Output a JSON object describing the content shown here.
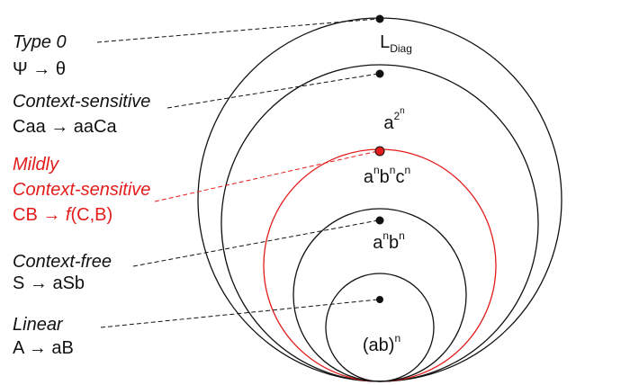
{
  "colors": {
    "mildly": "#e31b1b",
    "default": "#111111"
  },
  "levels": [
    {
      "name": "Type 0",
      "rule": "Ψ → θ",
      "language": {
        "base": "L",
        "sub": "Diag"
      }
    },
    {
      "name": "Context-sensitive",
      "rule": "Caa → aaCa",
      "language": {
        "base": "a",
        "sup": "2",
        "supsup": "n"
      }
    },
    {
      "name_lines": [
        "Mildly",
        "Context-sensitive"
      ],
      "rule_prefix": "CB → ",
      "rule_func": "f",
      "rule_args": "(C,B)",
      "language": {
        "parts": [
          "a",
          "n",
          "b",
          "n",
          "c",
          "n"
        ]
      }
    },
    {
      "name": "Context-free",
      "rule": "S → aSb",
      "language": {
        "parts": [
          "a",
          "n",
          "b",
          "n"
        ]
      }
    },
    {
      "name": "Linear",
      "rule": "A → aB",
      "language": {
        "base": "(ab)",
        "sup": "n"
      }
    }
  ]
}
